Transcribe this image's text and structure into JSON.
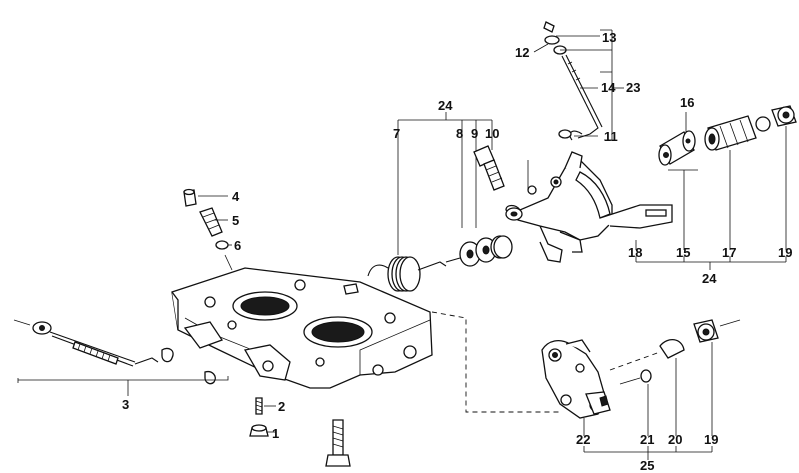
{
  "labels": {
    "l1": "1",
    "l2": "2",
    "l3": "3",
    "l4": "4",
    "l5": "5",
    "l6": "6",
    "l7": "7",
    "l8": "8",
    "l9": "9",
    "l10": "10",
    "l11": "11",
    "l12": "12",
    "l13": "13",
    "l14": "14",
    "l23": "23",
    "l16": "16",
    "l15": "15",
    "l17": "17",
    "l18": "18",
    "l19a": "19",
    "l24a": "24",
    "l24b": "24",
    "l22": "22",
    "l21": "21",
    "l20": "20",
    "l19b": "19",
    "l25": "25"
  }
}
